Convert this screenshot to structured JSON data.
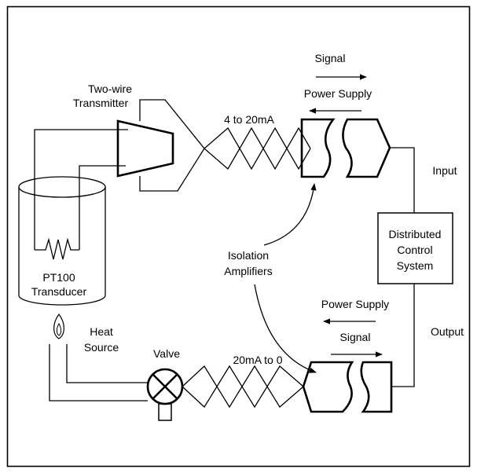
{
  "labels": {
    "transmitter_line1": "Two-wire",
    "transmitter_line2": "Transmitter",
    "current_top": "4 to 20mA",
    "signal_top": "Signal",
    "power_supply_top": "Power Supply",
    "input": "Input",
    "dcs_line1": "Distributed",
    "dcs_line2": "Control",
    "dcs_line3": "System",
    "isolation_line1": "Isolation",
    "isolation_line2": "Amplifiers",
    "transducer_line1": "PT100",
    "transducer_line2": "Transducer",
    "heat_line1": "Heat",
    "heat_line2": "Source",
    "valve": "Valve",
    "current_bottom": "20mA to 0",
    "power_supply_bottom": "Power Supply",
    "signal_bottom": "Signal",
    "output": "Output"
  },
  "colors": {
    "stroke": "#000000",
    "background": "#ffffff",
    "flame": "#ffffff"
  }
}
